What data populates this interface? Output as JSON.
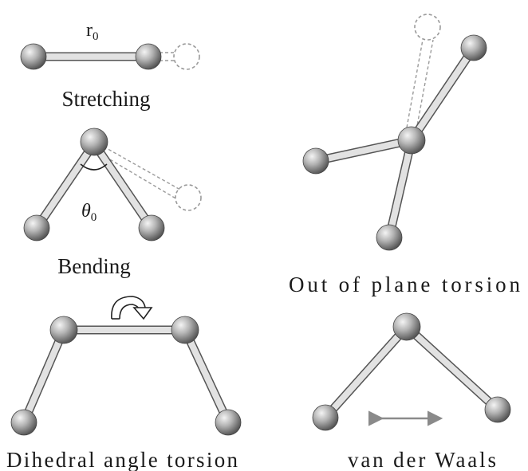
{
  "labels": {
    "stretching": "Stretching",
    "bending": "Bending",
    "dihedral": "Dihedral angle torsion",
    "out_of_plane": "Out of plane torsion",
    "vdw": "van der Waals"
  },
  "symbols": {
    "r_base": "r",
    "r_sub": "0",
    "theta_base": "θ",
    "theta_sub": "0"
  },
  "colors": {
    "bond_fill": "#e2e2e2",
    "bond_stroke": "#555555",
    "atom_light": "#d8d8d8",
    "atom_dark": "#5a5a5a",
    "ghost_stroke": "#9a9a9a",
    "arrow": "#8a8a8a"
  }
}
